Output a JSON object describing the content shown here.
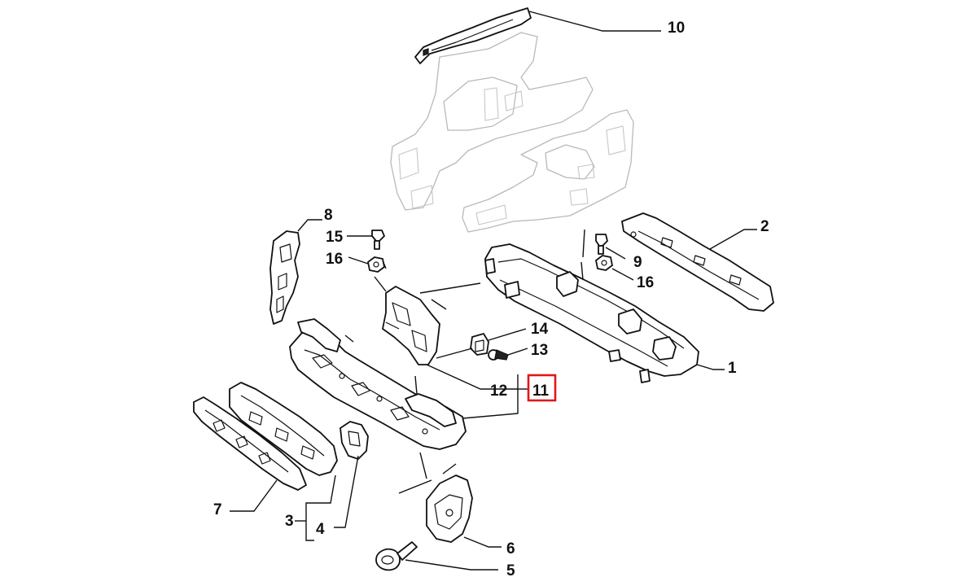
{
  "diagram": {
    "highlight_color": "#e01818",
    "callouts": [
      {
        "id": "c1",
        "label": "1"
      },
      {
        "id": "c2",
        "label": "2"
      },
      {
        "id": "c3",
        "label": "3"
      },
      {
        "id": "c4",
        "label": "4"
      },
      {
        "id": "c5",
        "label": "5"
      },
      {
        "id": "c6",
        "label": "6"
      },
      {
        "id": "c7",
        "label": "7"
      },
      {
        "id": "c8",
        "label": "8"
      },
      {
        "id": "c9",
        "label": "9"
      },
      {
        "id": "c10",
        "label": "10"
      },
      {
        "id": "c11",
        "label": "11",
        "highlighted": true
      },
      {
        "id": "c12",
        "label": "12"
      },
      {
        "id": "c13",
        "label": "13"
      },
      {
        "id": "c14",
        "label": "14"
      },
      {
        "id": "c15",
        "label": "15"
      },
      {
        "id": "c16a",
        "label": "16"
      },
      {
        "id": "c16b",
        "label": "16"
      }
    ]
  }
}
